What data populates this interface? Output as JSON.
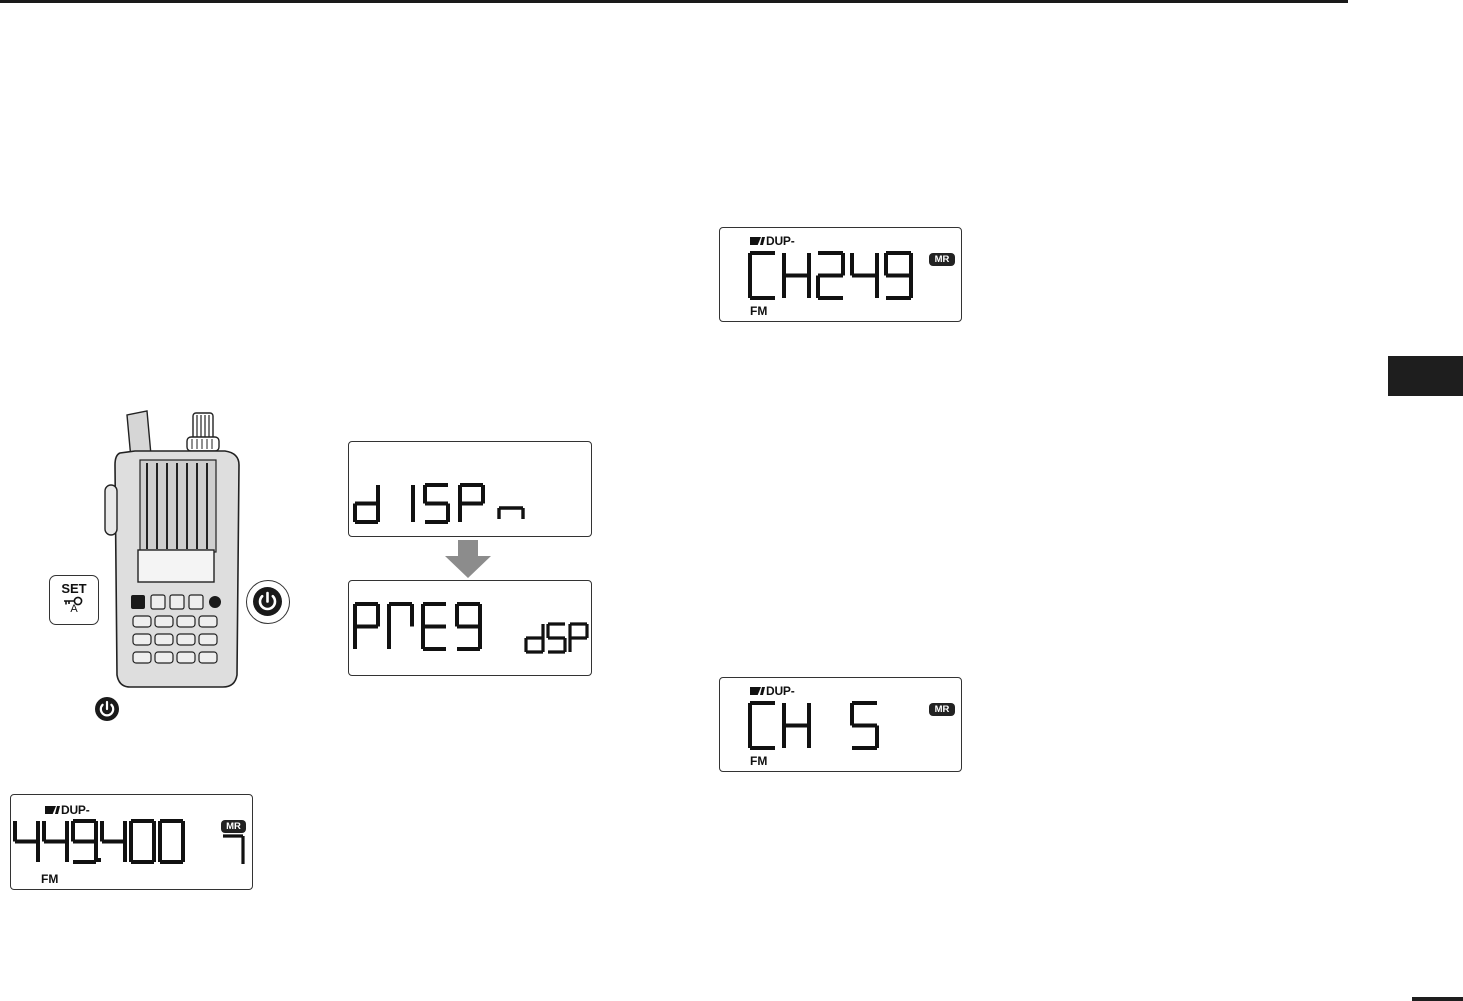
{
  "icons": {
    "radio": "handheld-radio-illustration",
    "power": "power-icon",
    "key": "key-icon",
    "arrow": "arrow-down-icon",
    "battery": "battery-icon"
  },
  "colors": {
    "ink": "#1a1a1a",
    "badge": "#222222",
    "arrow": "#8c8c8c"
  },
  "keys": {
    "set_label": "SET",
    "set_sub": "A"
  },
  "displays": {
    "ch249": {
      "status": "DUP-",
      "main": "CH249",
      "badge": "MR",
      "mode": "FM"
    },
    "disp_m": {
      "main": "dISP",
      "sub": "m"
    },
    "prea_dsp": {
      "main": "PRE9",
      "sub": "dSP"
    },
    "freq": {
      "status": "DUP-",
      "main": "449.400",
      "badge": "MR",
      "channel": "7",
      "mode": "FM"
    },
    "ch5": {
      "status": "DUP-",
      "main": "CH 5",
      "badge": "MR",
      "mode": "FM"
    }
  }
}
